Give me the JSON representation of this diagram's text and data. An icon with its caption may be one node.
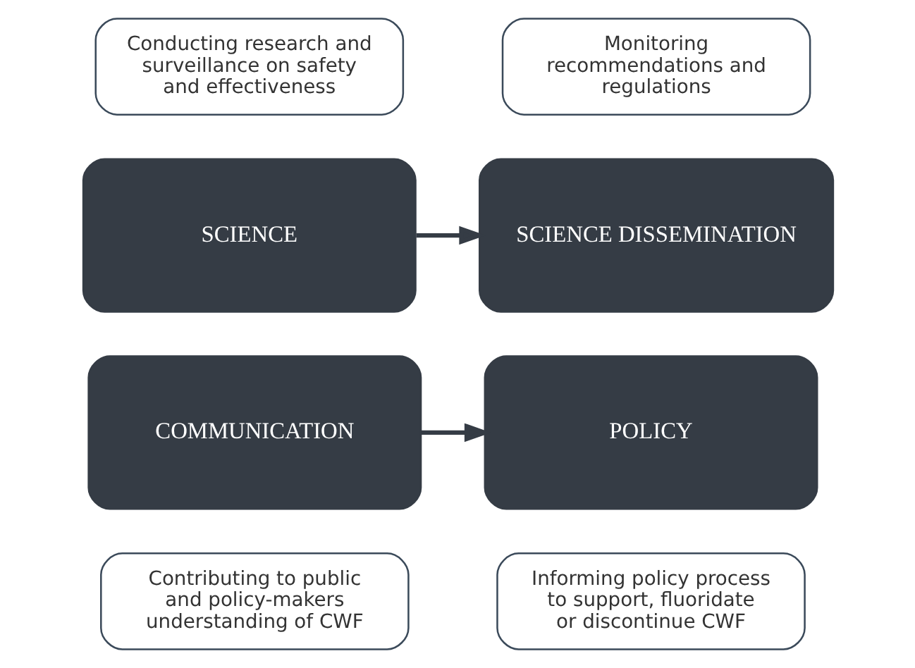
{
  "diagram": {
    "nodes": [
      {
        "text": [
          "Conducting research and surveillance on safety and effectiveness"
        ]
      },
      {
        "text": [
          "Monitoring recommendations and regulations"
        ]
      },
      {
        "text": [
          "SCIENCE"
        ]
      },
      {
        "text": [
          "SCIENCE DISSEMINATION"
        ]
      },
      {
        "text": [
          "POLICY"
        ]
      },
      {
        "text": [
          "COMMUNICATION"
        ]
      },
      {
        "text": [
          "Informing policy process to support, fluoridate or discontinue CWF"
        ]
      },
      {
        "text": [
          "Contributing to public and policy-makers understanding of CWF"
        ]
      }
    ],
    "edges": [
      {
        "from": 2,
        "to": 3,
        "arrow": "to"
      },
      {
        "from": 5,
        "to": 4,
        "arrow": "to"
      }
    ]
  }
}
